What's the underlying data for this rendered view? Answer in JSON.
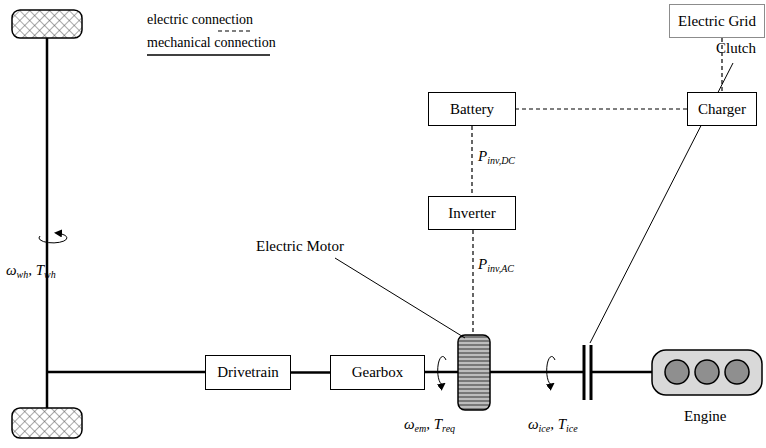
{
  "diagram": {
    "nodes": [
      {
        "text": [
          "Electric Grid"
        ]
      },
      {
        "text": [
          "Charger"
        ]
      },
      {
        "text": [
          "Battery"
        ]
      },
      {
        "text": [
          "Inverter"
        ]
      },
      {
        "text": [
          "Drivetrain"
        ]
      },
      {
        "text": [
          "Gearbox"
        ]
      }
    ],
    "edges": [
      {
        "from": 0,
        "to": 1,
        "arrow": "none"
      },
      {
        "from": 1,
        "to": 2,
        "arrow": "none"
      },
      {
        "from": 2,
        "to": 3,
        "arrow": "none"
      },
      {
        "from": 4,
        "to": 5,
        "arrow": "none"
      }
    ],
    "labels": [
      "Electric Motor",
      "Clutch",
      "Engine",
      "P",
      "inv,DC",
      "P",
      "inv,AC",
      "ω",
      "wh",
      ", T",
      "wh",
      "ω",
      "em",
      ", T",
      "req",
      "ω",
      "ice",
      ", T",
      "ice"
    ],
    "legend": [
      {
        "text": "electric connection"
      },
      {
        "text": "mechanical connection"
      }
    ]
  }
}
